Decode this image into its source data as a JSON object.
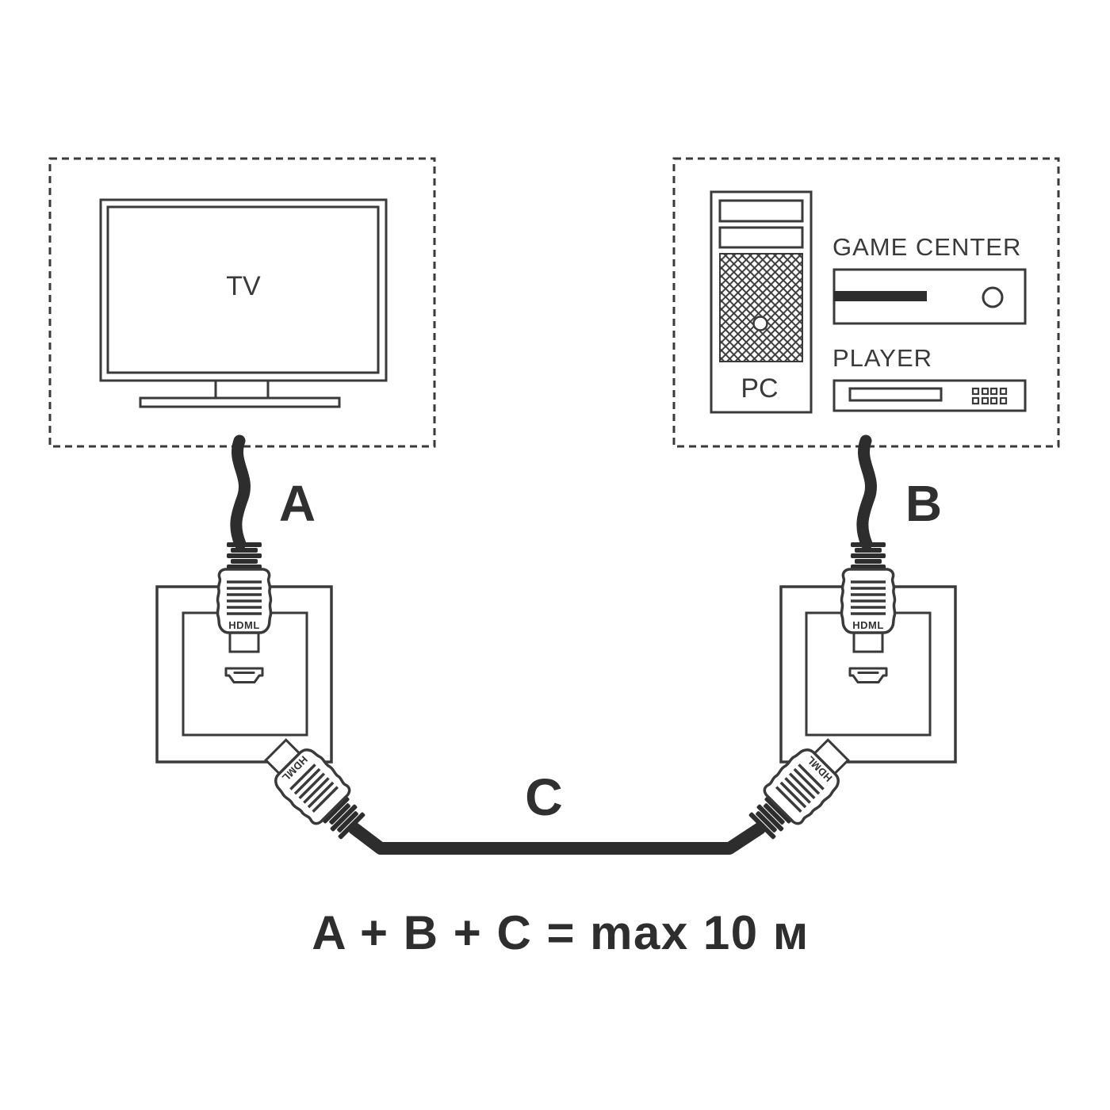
{
  "colors": {
    "background": "#ffffff",
    "ink": "#3a3a3a",
    "cable": "#2d2d2d"
  },
  "tv_zone": {
    "tv_label": "TV"
  },
  "source_zone": {
    "pc_label": "PC",
    "game_center_label": "GAME CENTER",
    "player_label": "PLAYER"
  },
  "cables": {
    "a_label": "A",
    "b_label": "B",
    "c_label": "C"
  },
  "connectors": {
    "print": "HDML"
  },
  "formula": {
    "text": "A + B + C = max 10 м"
  }
}
